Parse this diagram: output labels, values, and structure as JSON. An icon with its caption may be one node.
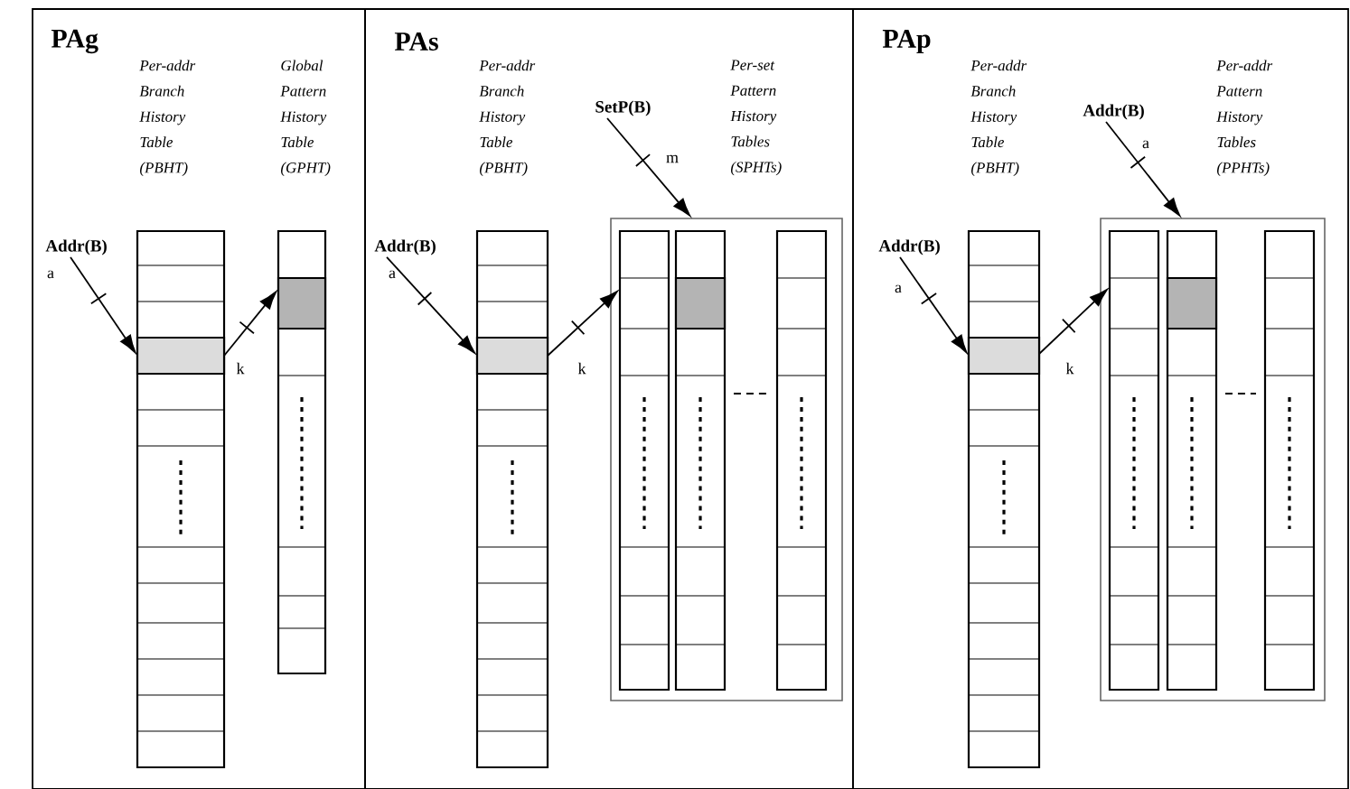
{
  "diagram": {
    "nodes": [
      {
        "text": [
          "PAg"
        ]
      },
      {
        "text": [
          "Per-addr Branch History Table (PBHT)"
        ],
        "in": 0
      },
      {
        "text": [],
        "shape": "box",
        "in": 1
      },
      {
        "text": [
          "Global Pattern History Table (GPHT)"
        ],
        "in": 0
      },
      {
        "text": [],
        "shape": "box",
        "in": 3
      },
      {
        "text": [
          "Addr(B)"
        ],
        "in": 0
      },
      {
        "text": [
          "PAs"
        ]
      },
      {
        "text": [
          "Per-addr Branch History Table (PBHT)"
        ],
        "in": 6
      },
      {
        "text": [],
        "shape": "box",
        "in": 7
      },
      {
        "text": [
          "Addr(B)"
        ],
        "in": 6
      },
      {
        "text": [
          "Per-set Pattern History Tables (SPHTs)"
        ],
        "in": 6
      },
      {
        "text": [],
        "shape": "box",
        "in": 10
      },
      {
        "text": [],
        "shape": "box",
        "in": 10
      },
      {
        "text": [],
        "shape": "box",
        "in": 12
      },
      {
        "text": [],
        "shape": "box",
        "in": 10
      },
      {
        "text": [
          "SetP(B)"
        ],
        "in": 6
      },
      {
        "text": [
          "PAp"
        ]
      },
      {
        "text": [
          "Per-addr Branch History Table (PBHT)"
        ],
        "in": 16
      },
      {
        "text": [],
        "shape": "box",
        "in": 17
      },
      {
        "text": [
          "Addr(B)"
        ],
        "in": 16
      },
      {
        "text": [
          "Per-addr Pattern History Tables (PPHTs)"
        ],
        "in": 16
      },
      {
        "text": [],
        "shape": "box",
        "in": 20
      },
      {
        "text": [],
        "shape": "box",
        "in": 20
      },
      {
        "text": [],
        "shape": "box",
        "in": 22
      },
      {
        "text": [],
        "shape": "box",
        "in": 20
      },
      {
        "text": [
          "Addr(B)"
        ],
        "in": 16
      }
    ],
    "edges": [
      {
        "from": 5,
        "to": 2,
        "arrow": "to",
        "label": "a"
      },
      {
        "from": 2,
        "to": 4,
        "arrow": "to",
        "label": "k"
      },
      {
        "from": 9,
        "to": 8,
        "arrow": "to",
        "label": "a"
      },
      {
        "from": 8,
        "to": 11,
        "arrow": "to",
        "label": "k"
      },
      {
        "from": 15,
        "to": 10,
        "arrow": "to",
        "label": "m"
      },
      {
        "from": 19,
        "to": 18,
        "arrow": "to",
        "label": "a"
      },
      {
        "from": 18,
        "to": 21,
        "arrow": "to",
        "label": "k"
      },
      {
        "from": 25,
        "to": 20,
        "arrow": "to",
        "label": "a"
      }
    ]
  }
}
